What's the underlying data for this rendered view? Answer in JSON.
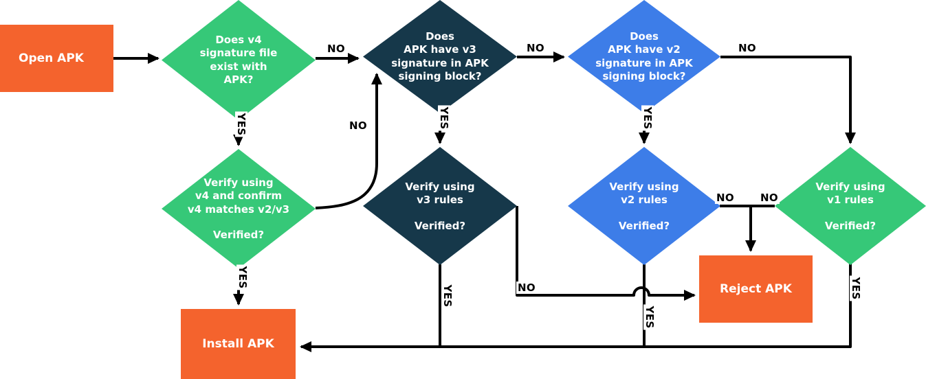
{
  "colors": {
    "orange": "#F4632D",
    "green": "#36C878",
    "dark_navy": "#16384A",
    "blue": "#3D7DE8",
    "line": "#000000",
    "node_text": "#FFFFFF",
    "edge_label_text": "#000000"
  },
  "nodes": {
    "open_apk": {
      "label": "Open APK"
    },
    "q_v4": {
      "label": "Does v4\nsignature file\nexist with\nAPK?"
    },
    "q_v3": {
      "label": "Does\nAPK have v3\nsignature in APK\nsigning block?"
    },
    "q_v2": {
      "label": "Does\nAPK have v2\nsignature in APK\nsigning block?"
    },
    "verify_v4": {
      "label": "Verify using\nv4 and confirm\nv4 matches v2/v3",
      "sub": "Verified?"
    },
    "verify_v3": {
      "label": "Verify using\nv3 rules",
      "sub": "Verified?"
    },
    "verify_v2": {
      "label": "Verify using\nv2 rules",
      "sub": "Verified?"
    },
    "verify_v1": {
      "label": "Verify using\nv1 rules",
      "sub": "Verified?"
    },
    "reject": {
      "label": "Reject APK"
    },
    "install": {
      "label": "Install APK"
    }
  },
  "edge_labels": {
    "qv4_no": "NO",
    "qv3_no": "NO",
    "qv2_no": "NO",
    "verifyv4_no": "NO",
    "verifyv3_no": "NO",
    "verifyv2_no": "NO",
    "verifyv1_no": "NO",
    "qv4_yes": "YES",
    "qv3_yes": "YES",
    "qv2_yes": "YES",
    "verifyv4_yes": "YES",
    "verifyv3_yes": "YES",
    "verifyv2_yes": "YES",
    "verifyv1_yes": "YES"
  }
}
